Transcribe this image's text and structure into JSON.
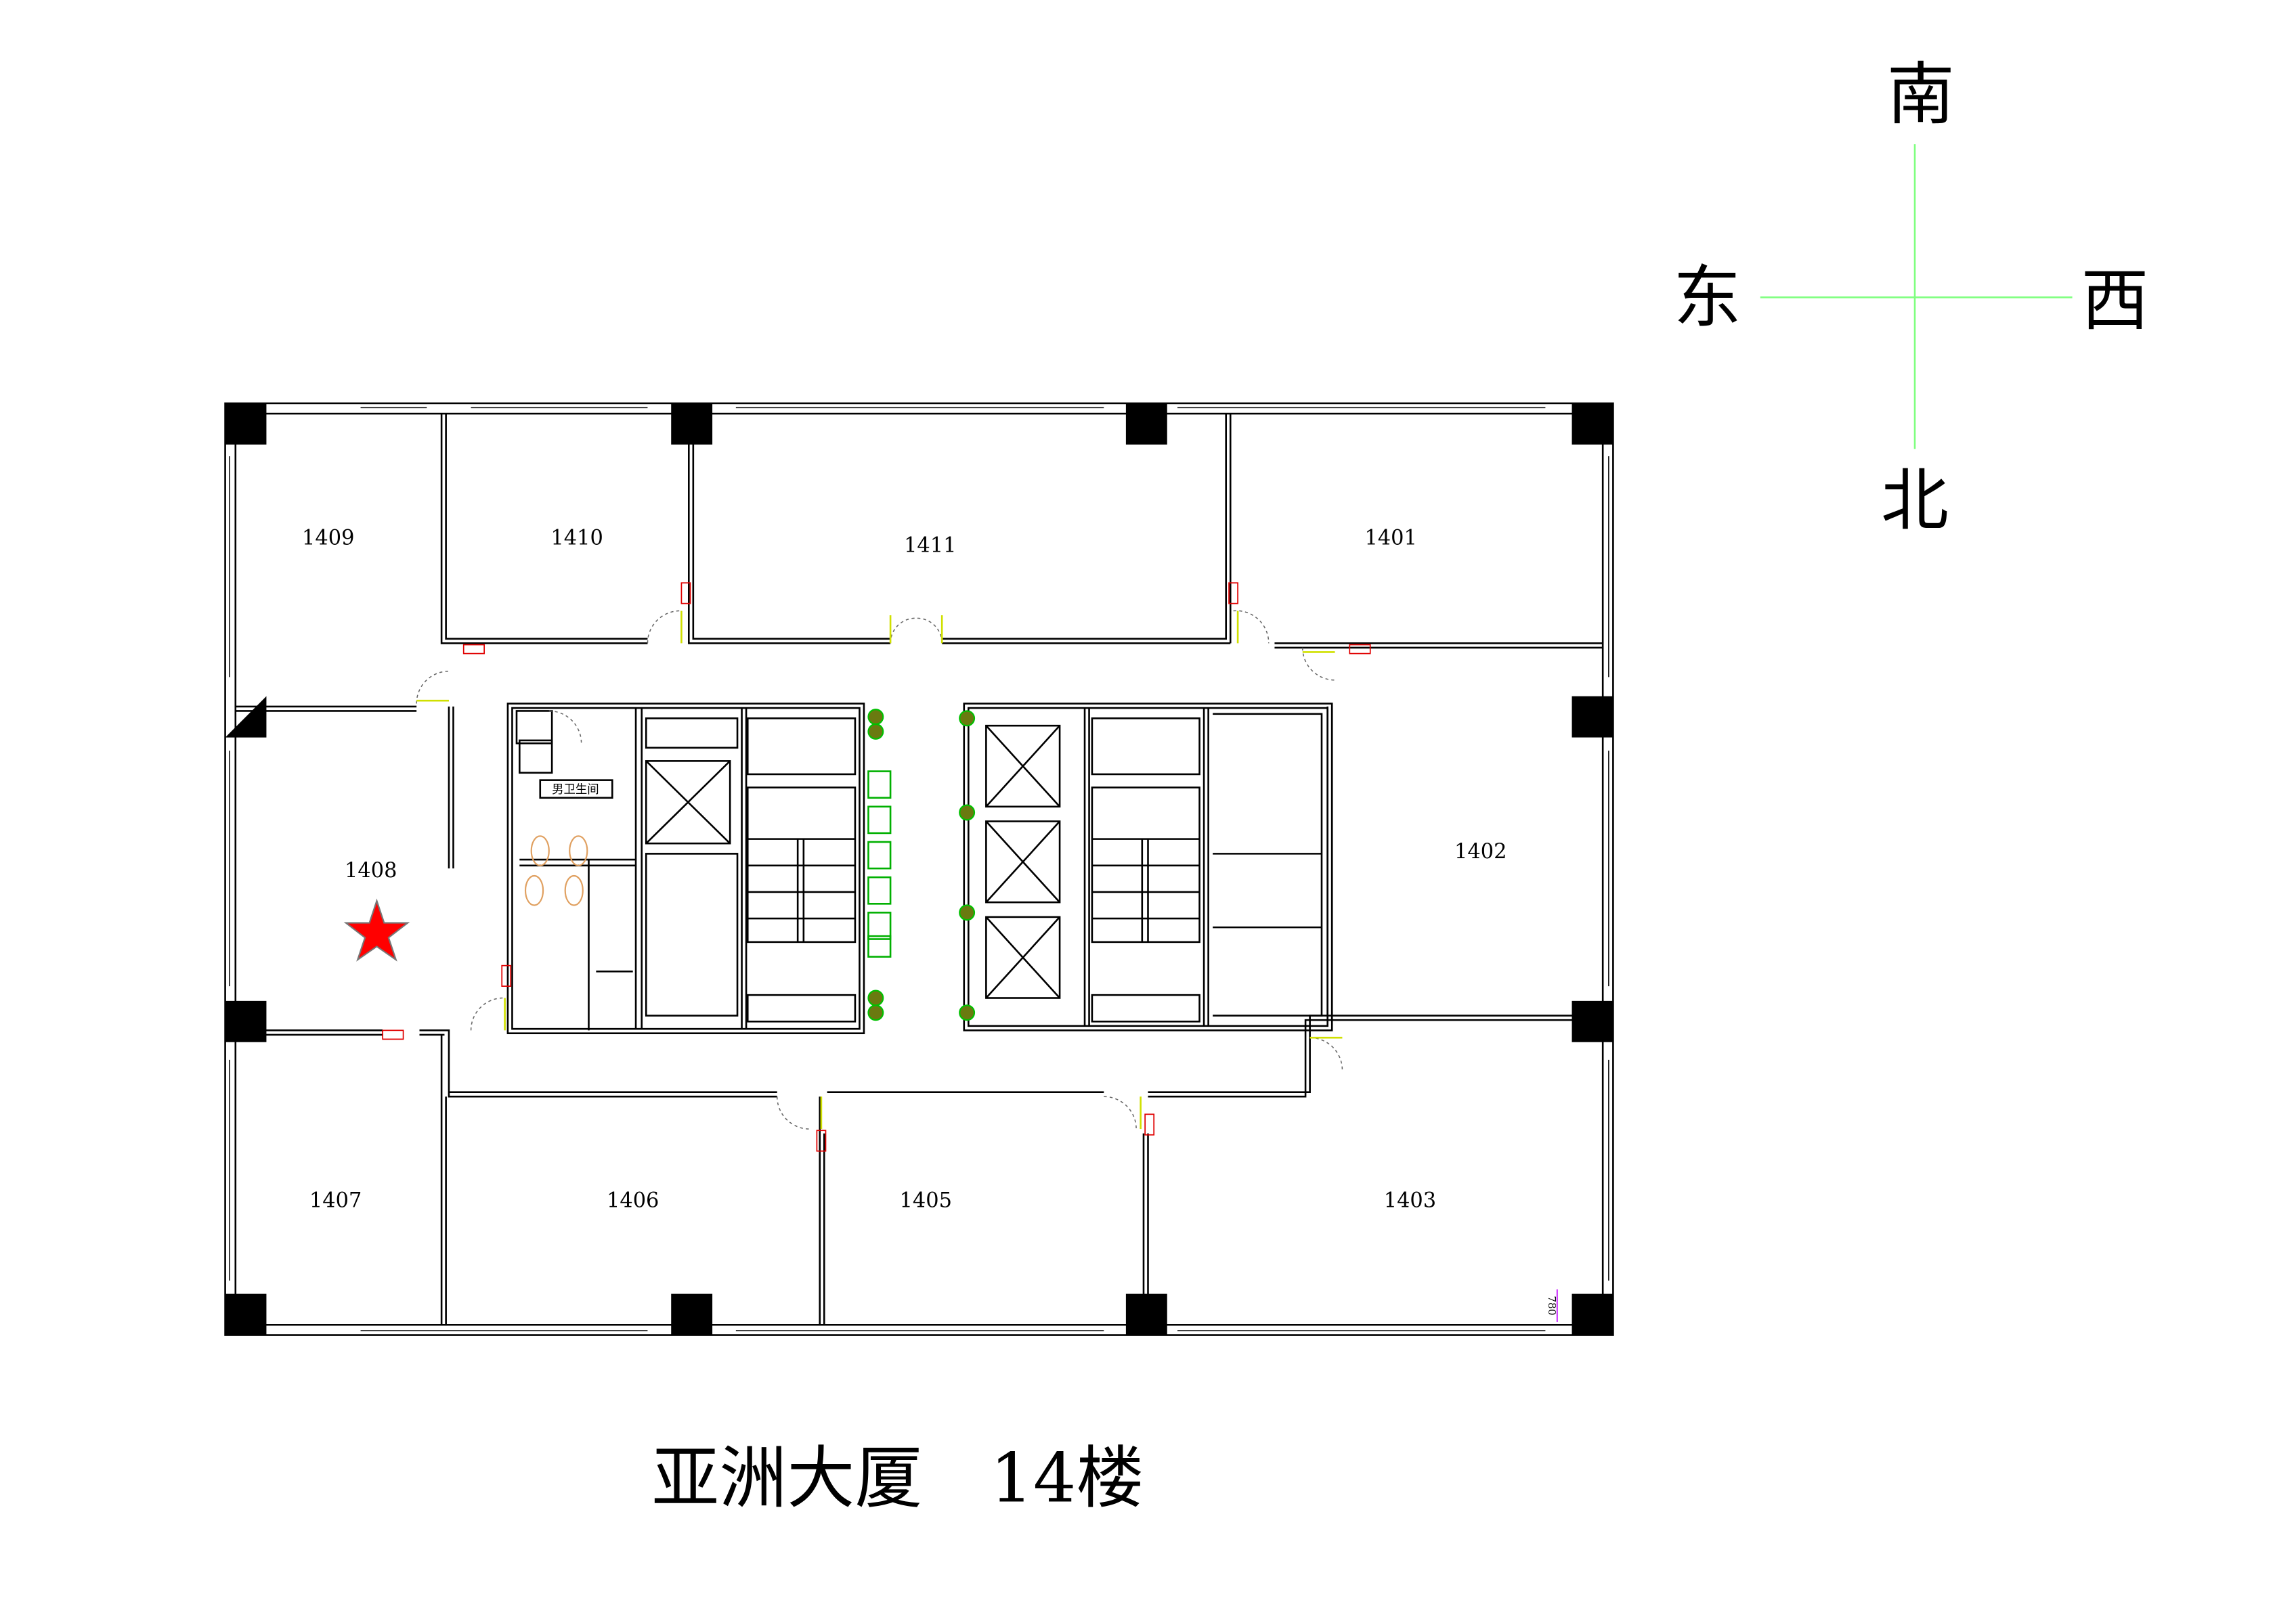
{
  "title": "亚洲大厦　14楼",
  "compass": {
    "south": "南",
    "east": "东",
    "west": "西",
    "north": "北",
    "line_color": "#80ff80"
  },
  "rooms": {
    "r1409": "1409",
    "r1410": "1410",
    "r1411": "1411",
    "r1401": "1401",
    "r1402": "1402",
    "r1408": "1408",
    "r1407": "1407",
    "r1406": "1406",
    "r1405": "1405",
    "r1403": "1403"
  },
  "restroom_label": "男卫生间",
  "dimension_label": "780",
  "marker": {
    "icon": "star-icon",
    "room": "1408",
    "color": "#ff0000"
  }
}
